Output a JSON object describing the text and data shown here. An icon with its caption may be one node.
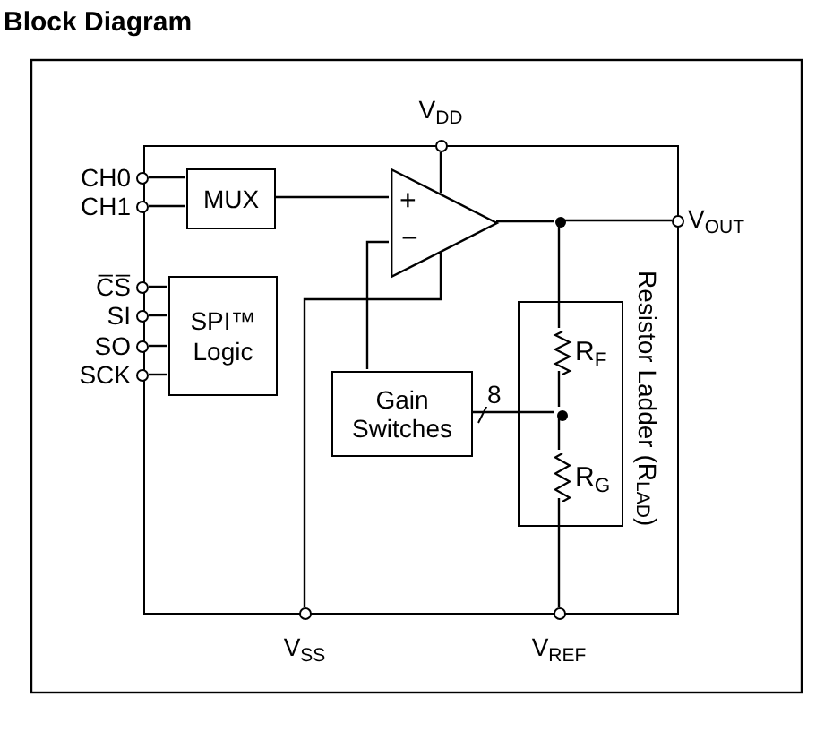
{
  "diagram": {
    "title": "Block Diagram",
    "nodes": [
      {
        "text": [],
        "shape": "box"
      },
      {
        "text": [
          "CH0"
        ]
      },
      {
        "text": [
          "CH1"
        ]
      },
      {
        "text": [
          "C̅S̅"
        ]
      },
      {
        "text": [
          "SI"
        ]
      },
      {
        "text": [
          "SO"
        ]
      },
      {
        "text": [
          "SCK"
        ]
      },
      {
        "text": [
          "MUX"
        ],
        "in": 0
      },
      {
        "text": [
          "SPI™ Logic"
        ],
        "in": 0
      },
      {
        "text": [
          "+",
          "−"
        ],
        "in": 0
      },
      {
        "text": [
          "Gain Switches"
        ],
        "in": 0
      },
      {
        "text": [],
        "shape": "box",
        "in": 0,
        "beside": [
          "Resistor Ladder (R$_{LAD}$)"
        ]
      },
      {
        "text": [
          "R$_{F}$"
        ],
        "in": 11
      },
      {
        "text": [
          "R$_{G}$"
        ],
        "in": 11
      },
      {
        "text": [],
        "shape": "circle",
        "in": 11
      },
      {
        "text": [
          "V$_{DD}$"
        ]
      },
      {
        "text": [
          "V$_{OUT}$"
        ]
      },
      {
        "text": [
          "V$_{SS}$"
        ]
      },
      {
        "text": [
          "V$_{REF}$"
        ]
      },
      {
        "text": [],
        "shape": "circle",
        "in": 0
      }
    ],
    "edges": [
      {
        "from": 1,
        "to": 7,
        "arrow": "none"
      },
      {
        "from": 2,
        "to": 7,
        "arrow": "none"
      },
      {
        "from": 3,
        "to": 8,
        "arrow": "none"
      },
      {
        "from": 4,
        "to": 8,
        "arrow": "none"
      },
      {
        "from": 5,
        "to": 8,
        "arrow": "none"
      },
      {
        "from": 6,
        "to": 8,
        "arrow": "none"
      },
      {
        "from": 7,
        "to": 9,
        "arrow": "none"
      },
      {
        "from": 15,
        "to": 9,
        "arrow": "none"
      },
      {
        "from": 17,
        "to": 9,
        "arrow": "none"
      },
      {
        "from": 10,
        "to": 9,
        "arrow": "none"
      },
      {
        "from": 9,
        "to": 19,
        "arrow": "none"
      },
      {
        "from": 19,
        "to": 16,
        "arrow": "none"
      },
      {
        "from": 19,
        "to": 12,
        "arrow": "none"
      },
      {
        "from": 12,
        "to": 14,
        "arrow": "none"
      },
      {
        "from": 10,
        "to": 14,
        "arrow": "none",
        "label": "8"
      },
      {
        "from": 14,
        "to": 13,
        "arrow": "none"
      },
      {
        "from": 13,
        "to": 18,
        "arrow": "none"
      }
    ]
  }
}
